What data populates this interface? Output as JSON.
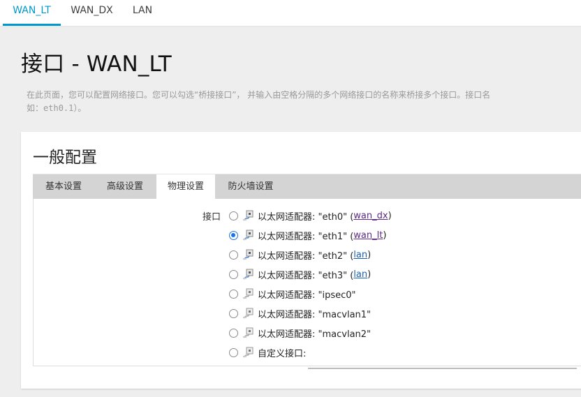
{
  "topnav": {
    "tabs": [
      {
        "label": "WAN_LT",
        "active": true
      },
      {
        "label": "WAN_DX",
        "active": false
      },
      {
        "label": "LAN",
        "active": false
      }
    ]
  },
  "page": {
    "title": "接口 - WAN_LT",
    "description_line1": "在此页面，您可以配置网络接口。您可以勾选“桥接接口”， 并输入由空格分隔的多个网络接口的名称来桥接多个接口。接口名",
    "description_line2_prefix": "如：",
    "description_line2_code": "eth0.1",
    "description_line2_suffix": "）。"
  },
  "section": {
    "title": "一般配置",
    "tabs": [
      {
        "label": "基本设置",
        "active": false
      },
      {
        "label": "高级设置",
        "active": false
      },
      {
        "label": "物理设置",
        "active": true
      },
      {
        "label": "防火墙设置",
        "active": false
      }
    ],
    "field_label": "接口",
    "options": [
      {
        "text": "以太网适配器: \"eth0\" (",
        "link": "wan_dx",
        "suffix": ")",
        "checked": false,
        "visited": true
      },
      {
        "text": "以太网适配器: \"eth1\" (",
        "link": "wan_lt",
        "suffix": ")",
        "checked": true,
        "visited": true
      },
      {
        "text": "以太网适配器: \"eth2\" (",
        "link": "lan",
        "suffix": ")",
        "checked": false,
        "visited": false
      },
      {
        "text": "以太网适配器: \"eth3\" (",
        "link": "lan",
        "suffix": ")",
        "checked": false,
        "visited": false
      },
      {
        "text": "以太网适配器: \"ipsec0\"",
        "checked": false
      },
      {
        "text": "以太网适配器: \"macvlan1\"",
        "checked": false
      },
      {
        "text": "以太网适配器: \"macvlan2\"",
        "checked": false
      }
    ],
    "custom": {
      "label": "自定义接口:",
      "value": "",
      "checked": false
    }
  },
  "colors": {
    "accent": "#0099cc",
    "radio_checked": "#1a73e8",
    "link": "#1a5fb4",
    "link_visited": "#5b2a86"
  }
}
